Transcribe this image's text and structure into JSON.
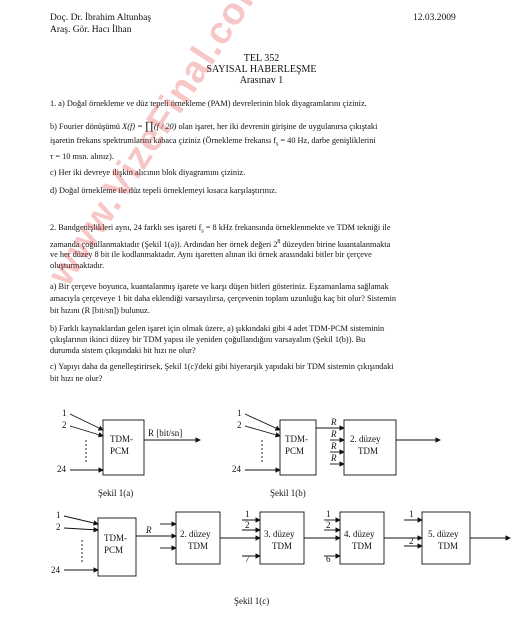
{
  "header": {
    "author": "Doç. Dr. İbrahim Altunbaş",
    "assistant": "Araş. Gör. Hacı İlhan",
    "date": "12.03.2009"
  },
  "title": {
    "course": "TEL 352",
    "subject": "SAYISAL HABERLEŞME",
    "exam": "Arasınav 1"
  },
  "q1": {
    "a": "1. a) Doğal örnekleme ve düz tepeli örnekleme (PAM) devrelerinin blok diyagramlarını çiziniz.",
    "b_pre": "b) Fourier dönüşümü",
    "b_formula_left": "X(f) = ",
    "b_formula_right": "(f / 20)",
    "b_post": "olan işaret, her iki devrenin girişine de uygulanırsa çıkıştaki",
    "b_line2": "işaretin frekans spektrumlarını kabaca çiziniz (Örnekleme frekansı  f",
    "b_line2_sub": "s",
    "b_line2_end": " = 40 Hz, darbe genişliklerini",
    "b_line3": "τ = 10  msn. alınız).",
    "c": "c) Her iki devreye ilişkin alıcının blok diyagramını çiziniz.",
    "d": "d) Doğal örnekleme ile düz tepeli örneklemeyi kısaca karşılaştırınız."
  },
  "q2": {
    "intro_l1_a": "2. Bandgenişlikleri aynı, 24 farklı ses işareti  f",
    "intro_l1_sub": "s",
    "intro_l1_b": " = 8 kHz frekansında örneklenmekte ve TDM tekniği ile",
    "intro_l2_a": "zamanda çoğullanmaktadır (Şekil 1(a)). Ardından her örnek değeri 2",
    "intro_l2_sup": "8",
    "intro_l2_b": " düzeyden birine kuantalanmakta",
    "intro_l3": "ve her düzey 8 bit ile kodlanmaktadır. Aynı işaretten alınan iki örnek arasındaki bitler bir çerçeve",
    "intro_l4": "oluşturmaktadır.",
    "a_l1": "a) Bir çerçeve boyunca, kuantalanmış işarete ve karşı düşen bitleri gösteriniz. Eşzamanlama sağlamak",
    "a_l2": "amacıyla çerçeveye 1 bit daha eklendiği varsayılırsa, çerçevenin toplam uzunluğu kaç bit olur? Sistemin",
    "a_l3": "bit hızını (R [bit/sn]) bulunuz.",
    "b_l1": "b) Farklı kaynaklardan gelen işaret için olmak üzere, a) şıkkındaki gibi 4 adet TDM-PCM sisteminin",
    "b_l2": "çıkışlarının ikinci düzey bir TDM yapısı ile yeniden çoğullandığını varsayalım (Şekil 1(b)). Bu",
    "b_l3": "durumda sistem çıkışındaki bit hızı ne olur?",
    "c_l1": "c) Yapıyı daha da genelleştirirsek, Şekil 1(c)'deki gibi hiyerarşik yapıdaki bir TDM sistemin çıkışındaki",
    "c_l2": "bit hızı ne olur?"
  },
  "figures": {
    "a": {
      "block": [
        "TDM-",
        "PCM"
      ],
      "inputs": [
        "1",
        "2",
        "24"
      ],
      "output": "R [bit/sn]",
      "caption": "Şekil 1(a)"
    },
    "b": {
      "block1": [
        "TDM-",
        "PCM"
      ],
      "block2": "2. düzey",
      "block2b": "TDM",
      "inputs": [
        "1",
        "2",
        "24"
      ],
      "r": "R",
      "caption": "Şekil 1(b)"
    },
    "c": {
      "block1": [
        "TDM-",
        "PCM"
      ],
      "levels": [
        "2. düzey",
        "3. düzey",
        "4. düzey",
        "5. düzey"
      ],
      "tdm": "TDM",
      "inputs": [
        "1",
        "2",
        "24"
      ],
      "r": "R",
      "side_inputs": [
        [
          "1",
          "2",
          "7"
        ],
        [
          "1",
          "2",
          "6"
        ],
        [
          "1",
          "2"
        ]
      ],
      "caption": "Şekil 1(c)"
    }
  },
  "watermark": "www.VizeFinal.com Paylaşımı"
}
